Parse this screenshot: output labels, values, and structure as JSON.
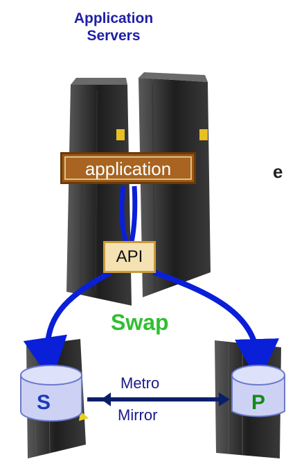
{
  "diagram": {
    "title": "Application Servers",
    "edge_fragment": "e",
    "app_label": "application",
    "api_label": "API",
    "swap_label": "Swap",
    "secondary_label": "S",
    "primary_label": "P",
    "mirror_line1": "Metro",
    "mirror_line2": "Mirror"
  },
  "colors": {
    "arrow_blue": "#0a1fd8",
    "swap_green": "#2fbf2f",
    "title_blue": "#1f1fa8",
    "app_brown": "#9a5a14",
    "api_tan": "#f4e2b2",
    "disk_fill": "#cdd2f5",
    "server_dark": "#1f1f1f"
  }
}
